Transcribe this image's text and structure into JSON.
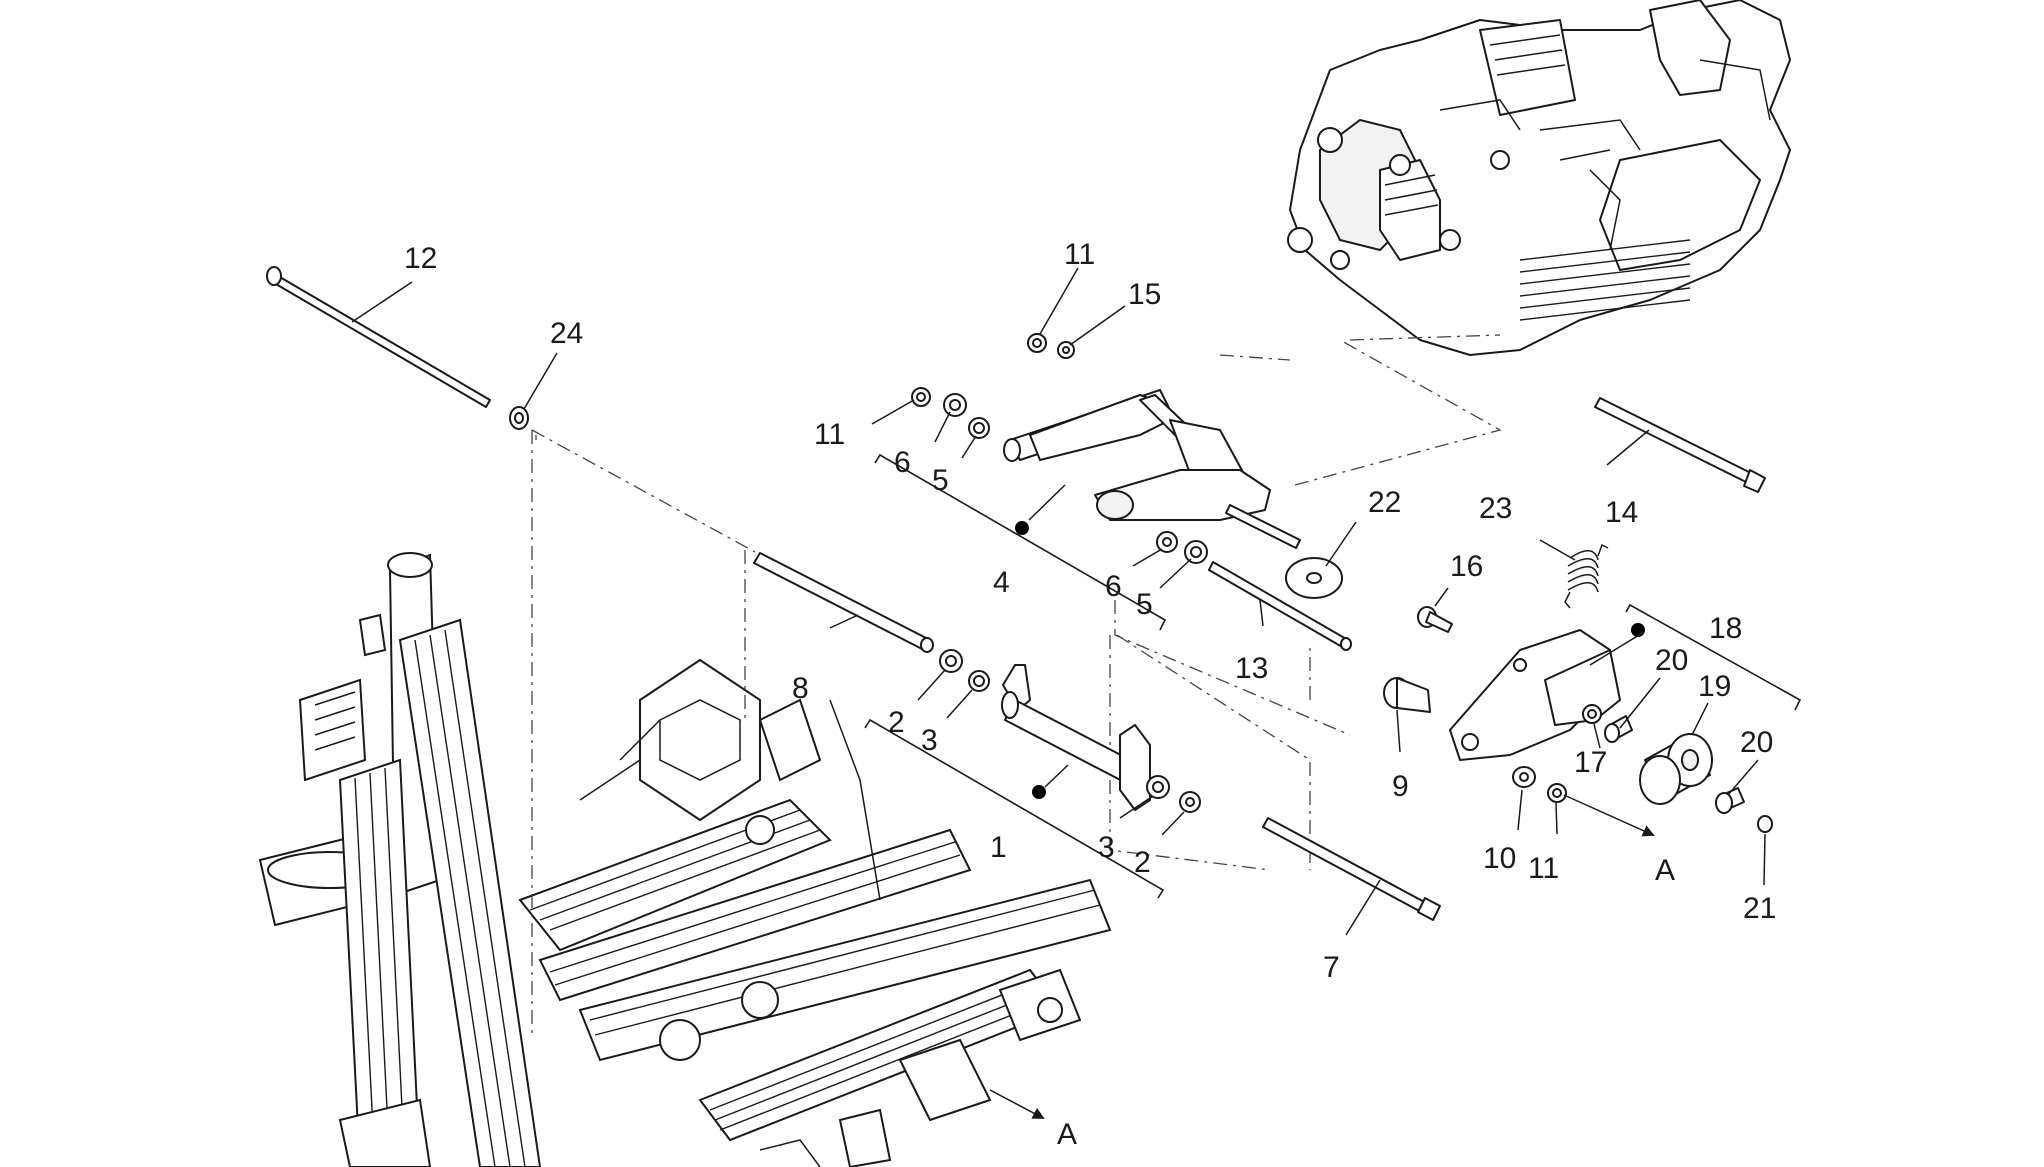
{
  "callouts": {
    "c1": "1",
    "c2a": "2",
    "c2b": "2",
    "c3a": "3",
    "c3b": "3",
    "c4": "4",
    "c5a": "5",
    "c5b": "5",
    "c6a": "6",
    "c6b": "6",
    "c7": "7",
    "c8": "8",
    "c9": "9",
    "c10": "10",
    "c11a": "11",
    "c11b": "11",
    "c11c": "11",
    "c12": "12",
    "c13": "13",
    "c14": "14",
    "c15": "15",
    "c16": "16",
    "c17": "17",
    "c18": "18",
    "c19": "19",
    "c20a": "20",
    "c20b": "20",
    "c21": "21",
    "c22": "22",
    "c23": "23",
    "c24": "24",
    "arrowA1": "A",
    "arrowA2": "A"
  }
}
